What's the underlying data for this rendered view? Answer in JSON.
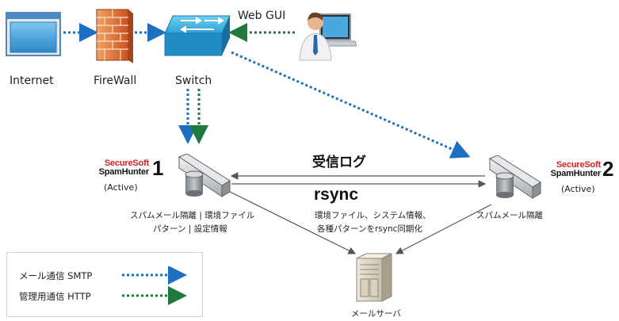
{
  "nodes": {
    "internet": "Internet",
    "firewall": "FireWall",
    "switch": "Switch",
    "webgui": "Web GUI",
    "mailserver": "メールサーバ"
  },
  "spamhunter1": {
    "brand_top": "SecureSoft",
    "brand_bottom": "SpamHunter",
    "number": "1",
    "status": "(Active)",
    "desc_line1": "スパムメール隔離 | 環境ファイル",
    "desc_line2": "パターン | 設定情報"
  },
  "spamhunter2": {
    "brand_top": "SecureSoft",
    "brand_bottom": "SpamHunter",
    "number": "2",
    "status": "(Active)",
    "desc": "スパムメール隔離"
  },
  "sync": {
    "log_label": "受信ログ",
    "rsync_label": "rsync",
    "desc_line1": "環境ファイル、システム情報、",
    "desc_line2": "各種パターンをrsync同期化"
  },
  "legend": {
    "smtp_label": "メール通信 SMTP",
    "http_label": "管理用通信 HTTP"
  },
  "colors": {
    "smtp": "#1f6fc0",
    "http": "#1e7a3c",
    "brand_red": "#d81e1e"
  }
}
